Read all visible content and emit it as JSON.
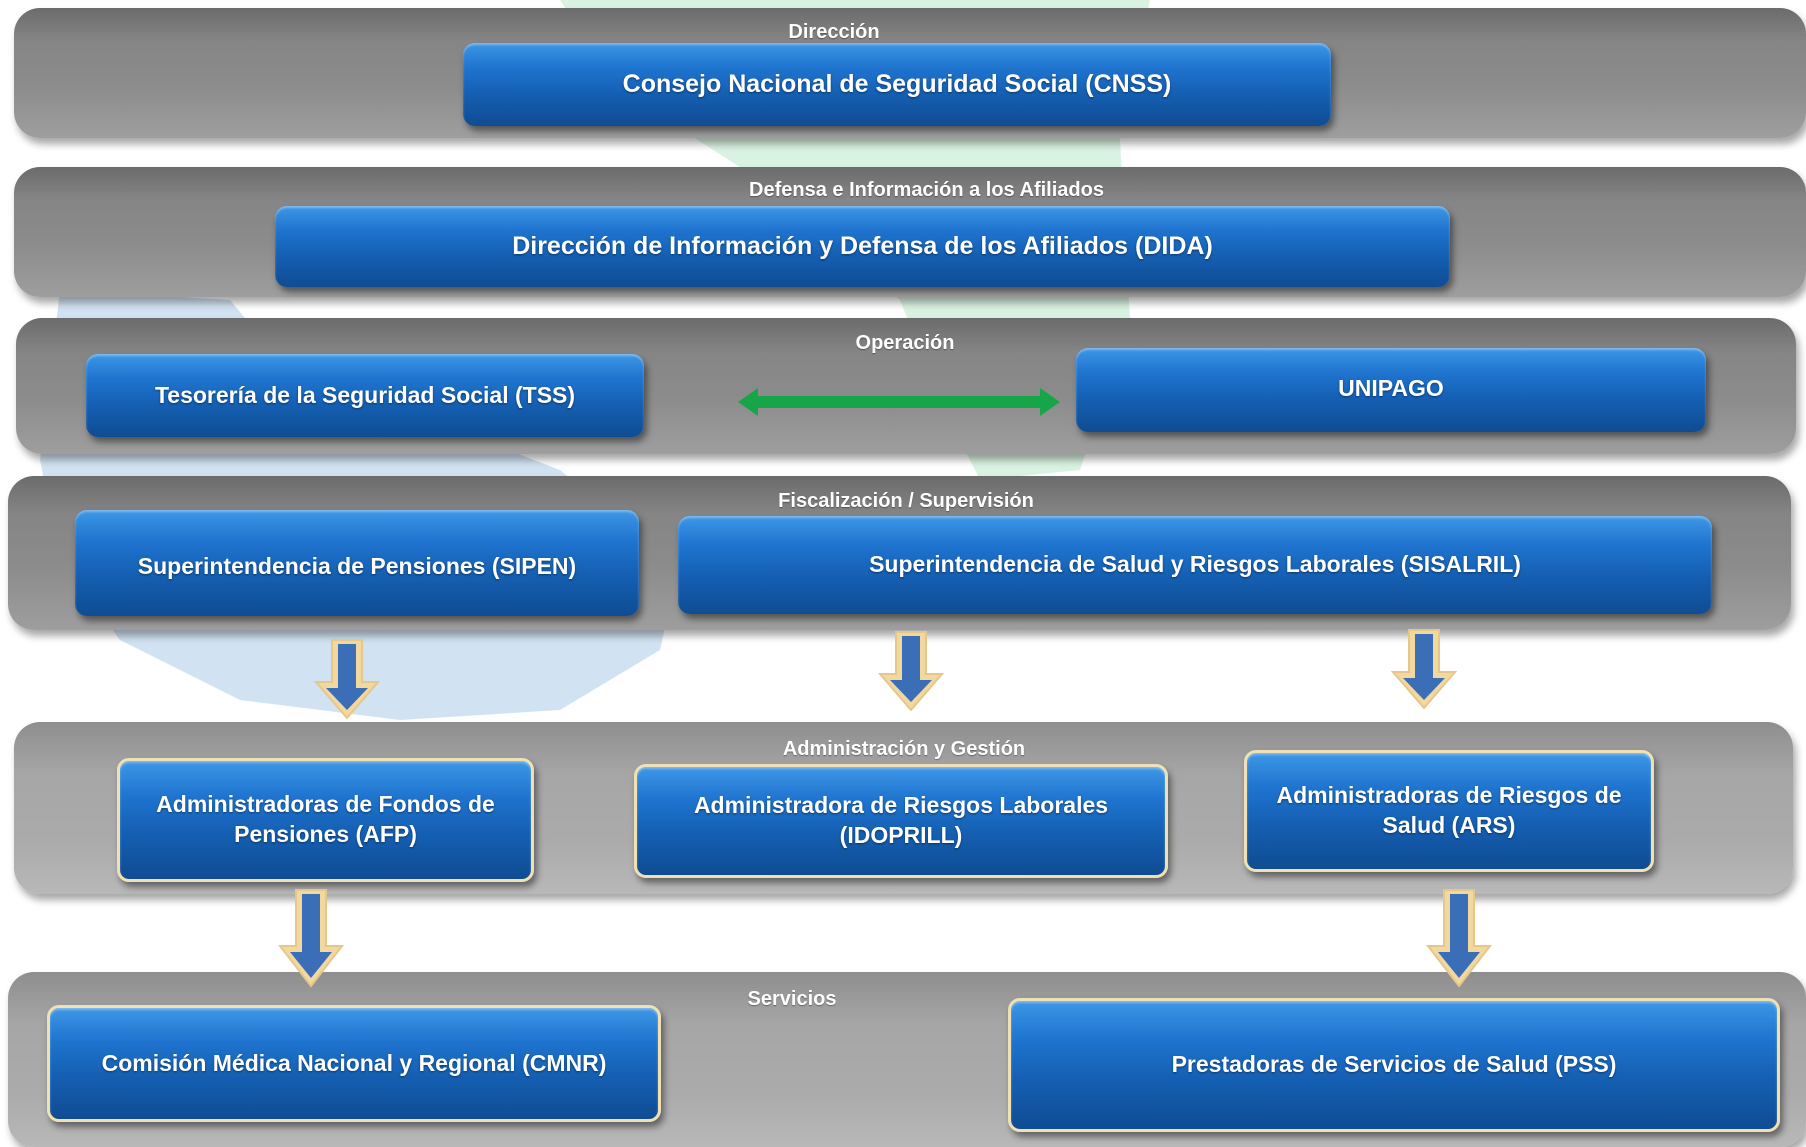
{
  "colors": {
    "band_dark": "#8a8a8a",
    "band_light": "#a9a9a9",
    "box_blue": "#1b6bc4",
    "operation_arrow": "#17a54a",
    "down_arrow_body": "#3a6fb8",
    "down_arrow_outline": "#f2d79f"
  },
  "bands": {
    "direccion": {
      "title": "Dirección",
      "box": "Consejo Nacional de Seguridad Social (CNSS)"
    },
    "defensa": {
      "title": "Defensa e Información a los Afiliados",
      "box": "Dirección de Información y Defensa  de los Afiliados (DIDA)"
    },
    "operacion": {
      "title": "Operación",
      "box_left": "Tesorería de la Seguridad Social (TSS)",
      "box_right": "UNIPAGO"
    },
    "fiscalizacion": {
      "title": "Fiscalización /  Supervisión",
      "box_left": "Superintendencia de Pensiones (SIPEN)",
      "box_right": "Superintendencia de Salud y Riesgos Laborales (SISALRIL)"
    },
    "administracion": {
      "title": "Administración y Gestión",
      "box_afp_line1": "Administradoras de Fondos de",
      "box_afp_line2": "Pensiones (AFP)",
      "box_idoprill_line1": "Administradora de Riesgos Laborales",
      "box_idoprill_line2": "(IDOPRILL)",
      "box_ars_line1": "Administradoras de Riesgos de",
      "box_ars_line2": "Salud (ARS)"
    },
    "servicios": {
      "title": "Servicios",
      "box_left": "Comisión Médica Nacional y Regional (CMNR)",
      "box_right": "Prestadoras de Servicios de Salud (PSS)"
    }
  },
  "icons": {
    "background": "map-silhouette-icon",
    "operation_link": "double-headed-arrow-icon",
    "flow_down": "down-arrow-icon"
  }
}
